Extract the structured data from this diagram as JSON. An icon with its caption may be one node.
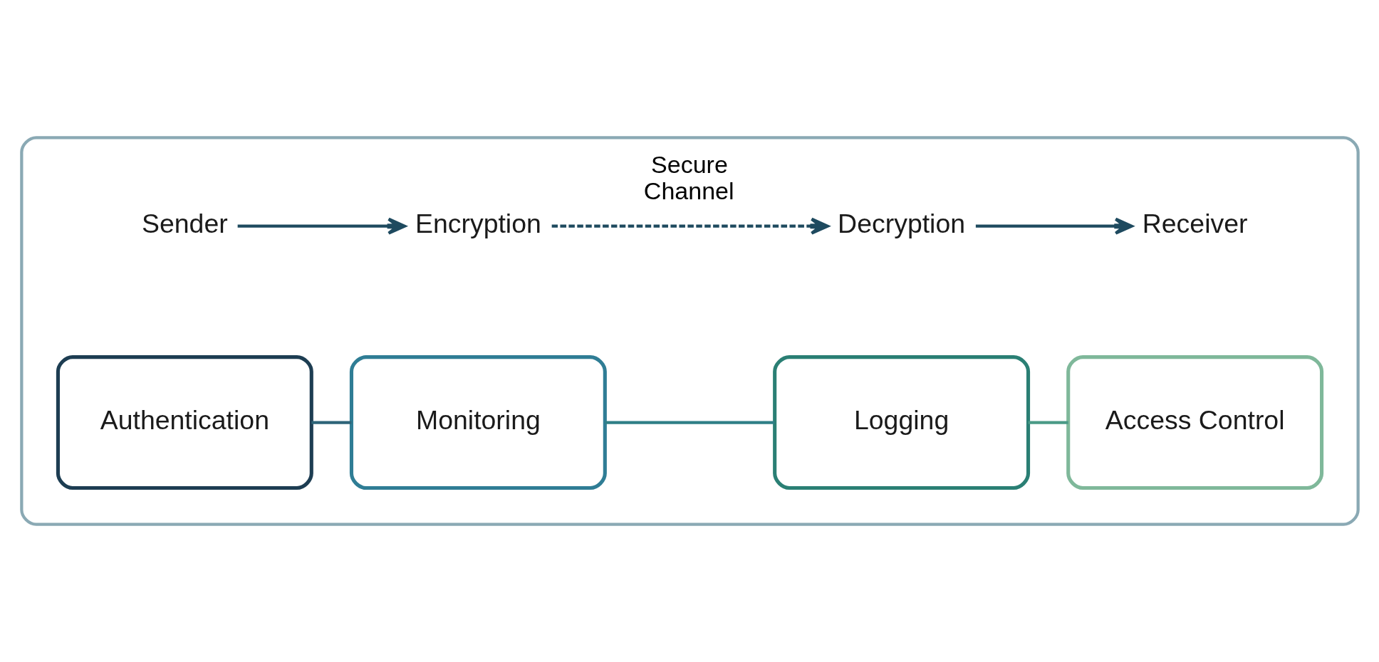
{
  "diagram": {
    "nodes": [
      {
        "text": [],
        "shape": "box"
      },
      {
        "text": [
          "Sender"
        ],
        "in": 0
      },
      {
        "text": [
          "Encryption"
        ],
        "in": 0
      },
      {
        "text": [
          "Decryption"
        ],
        "in": 0
      },
      {
        "text": [
          "Receiver"
        ],
        "in": 0
      },
      {
        "text": [
          "Authentication"
        ],
        "in": 0
      },
      {
        "text": [
          "Monitoring"
        ],
        "in": 0
      },
      {
        "text": [
          "Logging"
        ],
        "in": 0
      },
      {
        "text": [
          "Access Control"
        ],
        "in": 0
      }
    ],
    "edges": [
      {
        "from": 1,
        "to": 2,
        "arrow": "to"
      },
      {
        "from": 2,
        "to": 3,
        "arrow": "to",
        "label": "Secure Channel",
        "style": "dashed"
      },
      {
        "from": 3,
        "to": 4,
        "arrow": "to"
      },
      {
        "from": 5,
        "to": 6,
        "arrow": "none",
        "color": "#2d6478"
      },
      {
        "from": 6,
        "to": 7,
        "arrow": "none",
        "color": "#2f7f86"
      },
      {
        "from": 7,
        "to": 8,
        "arrow": "none",
        "color": "#4a9a86"
      }
    ]
  }
}
